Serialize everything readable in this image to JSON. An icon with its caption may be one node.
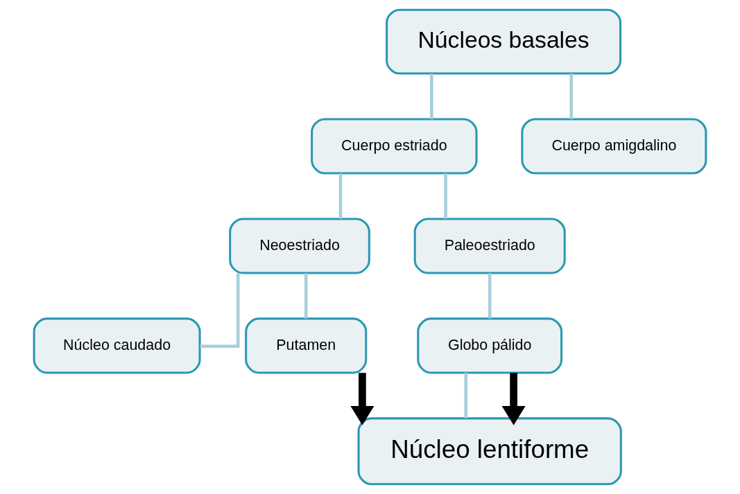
{
  "diagram": {
    "nodes": [
      {
        "text": [
          "Núcleos basales"
        ]
      },
      {
        "text": [
          "Cuerpo estriado"
        ]
      },
      {
        "text": [
          "Cuerpo amigdalino"
        ]
      },
      {
        "text": [
          "Neoestriado"
        ]
      },
      {
        "text": [
          "Paleoestriado"
        ]
      },
      {
        "text": [
          "Núcleo caudado"
        ]
      },
      {
        "text": [
          "Putamen"
        ]
      },
      {
        "text": [
          "Globo pálido"
        ]
      },
      {
        "text": [
          "Núcleo lentiforme"
        ]
      }
    ],
    "edges": [
      {
        "from": 0,
        "to": 1,
        "arrow": "none"
      },
      {
        "from": 0,
        "to": 2,
        "arrow": "none"
      },
      {
        "from": 1,
        "to": 3,
        "arrow": "none"
      },
      {
        "from": 1,
        "to": 4,
        "arrow": "none"
      },
      {
        "from": 3,
        "to": 5,
        "arrow": "none"
      },
      {
        "from": 3,
        "to": 6,
        "arrow": "none"
      },
      {
        "from": 4,
        "to": 7,
        "arrow": "none"
      },
      {
        "from": 7,
        "to": 8,
        "arrow": "none"
      },
      {
        "from": 6,
        "to": 8,
        "arrow": "to",
        "style": "thick",
        "color": "#000000"
      },
      {
        "from": 7,
        "to": 8,
        "arrow": "to",
        "style": "thick",
        "color": "#000000"
      }
    ]
  }
}
